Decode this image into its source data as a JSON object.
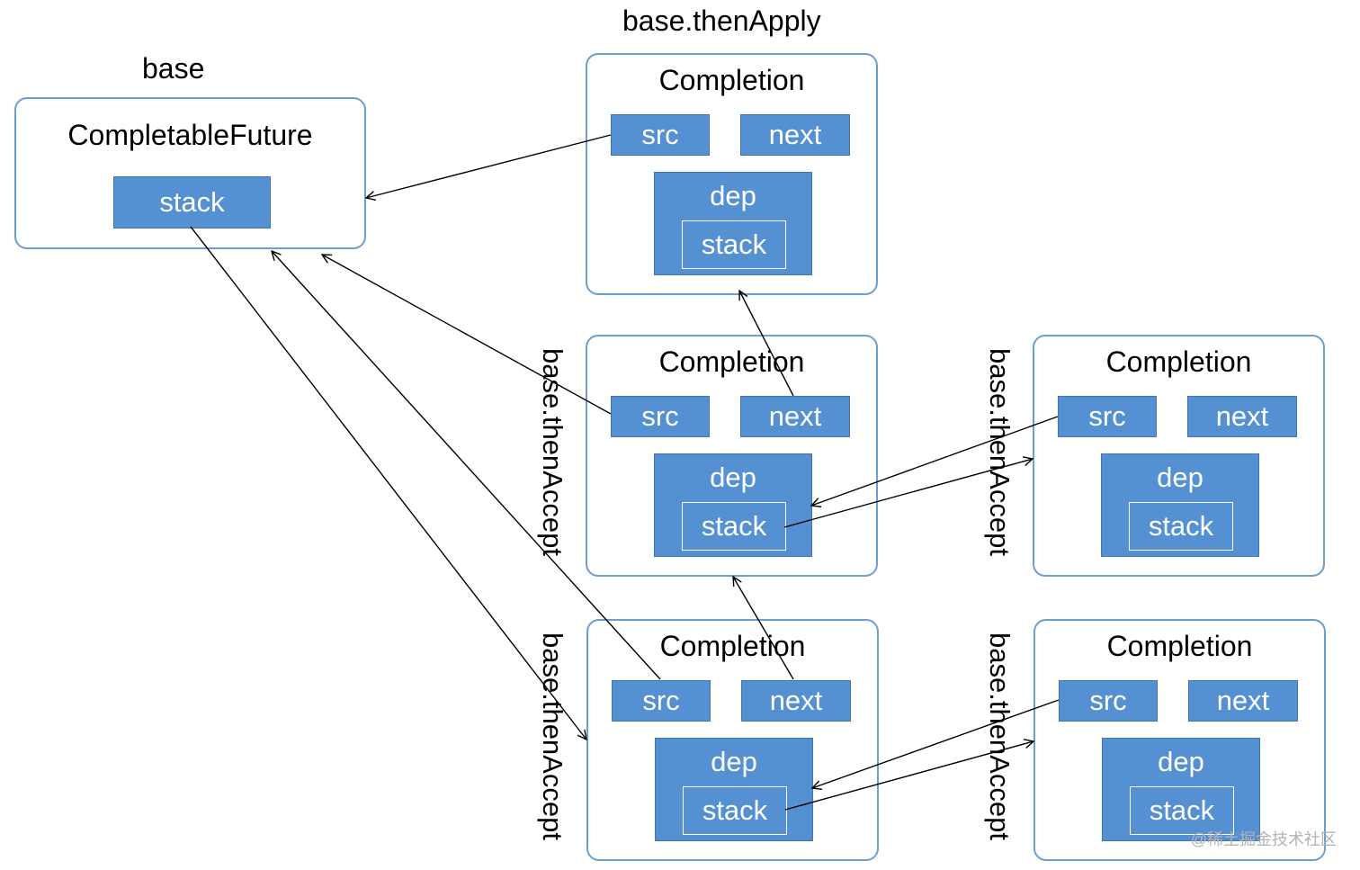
{
  "labels": {
    "base": "base",
    "then_apply": "base.thenApply",
    "then_accept": "base.thenAccept"
  },
  "future": {
    "title": "CompletableFuture",
    "stack": "stack"
  },
  "completion": {
    "title": "Completion",
    "src": "src",
    "next": "next",
    "dep": "dep",
    "stack": "stack"
  },
  "watermark": "@稀土掘金技术社区",
  "colors": {
    "field_fill": "#5591d2",
    "frame_border": "#6d9ed2"
  }
}
